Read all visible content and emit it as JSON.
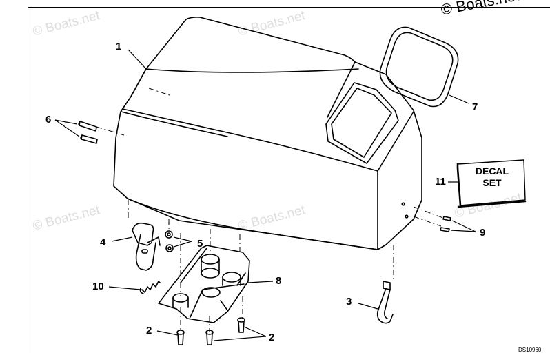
{
  "watermarks": {
    "brand": "© Boats.net"
  },
  "callouts": {
    "c1": "1",
    "c2a": "2",
    "c2b": "2",
    "c3": "3",
    "c4": "4",
    "c5": "5",
    "c6": "6",
    "c7": "7",
    "c8": "8",
    "c9": "9",
    "c10": "10",
    "c11": "11"
  },
  "decal": {
    "line1": "DECAL",
    "line2": "SET"
  },
  "drawing_number": "DS10960"
}
